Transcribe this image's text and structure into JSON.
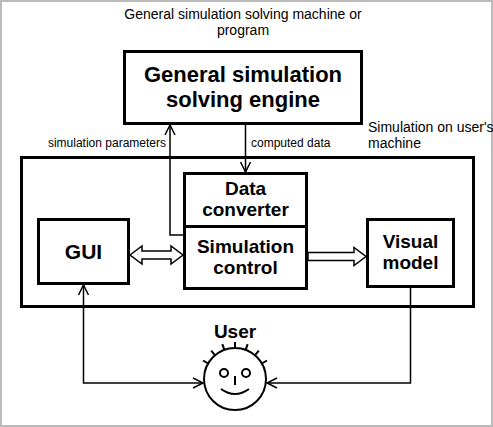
{
  "diagram": {
    "nodes": [
      {
        "text": [
          "General simulation solving machine or program",
          "General simulation solving engine"
        ]
      },
      {
        "text": [
          "Simulation on user's machine"
        ]
      },
      {
        "text": [
          "Data converter"
        ],
        "in": 1
      },
      {
        "text": [
          "GUI"
        ],
        "in": 1
      },
      {
        "text": [
          "Simulation control"
        ],
        "in": 1
      },
      {
        "text": [
          "Visual model"
        ],
        "in": 1
      },
      {
        "text": [
          "User"
        ]
      }
    ],
    "edges": [
      {
        "from": 4,
        "to": 0,
        "arrow": "to",
        "label": "simulation parameters"
      },
      {
        "from": 0,
        "to": 2,
        "arrow": "to",
        "label": "computed data"
      },
      {
        "from": 3,
        "to": 4,
        "arrow": "both"
      },
      {
        "from": 4,
        "to": 5,
        "arrow": "to"
      },
      {
        "from": 3,
        "to": 6,
        "arrow": "both"
      },
      {
        "from": 5,
        "to": 6,
        "arrow": "to"
      }
    ]
  }
}
